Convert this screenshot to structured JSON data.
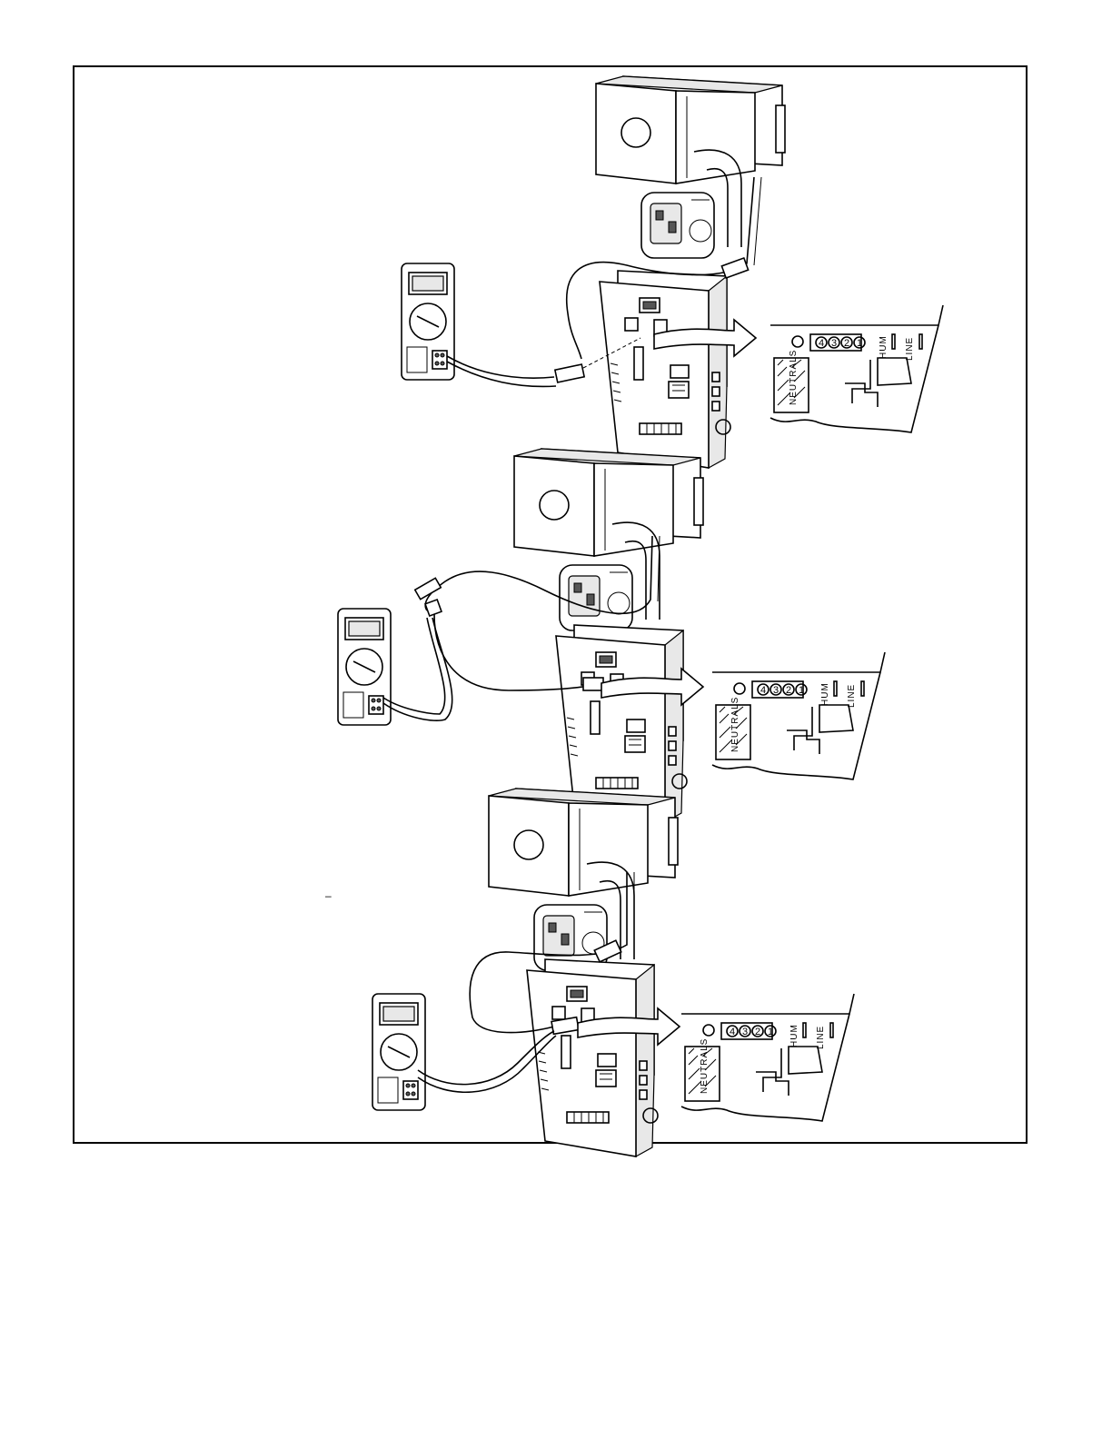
{
  "panels": [
    {
      "id": "test-1",
      "connector_labels": [
        "4",
        "3",
        "2",
        "1"
      ],
      "hum_label": "HUM",
      "line_label": "LINE",
      "neutrals_label": "NEUTRALS"
    },
    {
      "id": "test-2",
      "connector_labels": [
        "4",
        "3",
        "2",
        "1"
      ],
      "hum_label": "HUM",
      "line_label": "LINE",
      "neutrals_label": "NEUTRALS"
    },
    {
      "id": "test-3",
      "connector_labels": [
        "4",
        "3",
        "2",
        "1"
      ],
      "hum_label": "HUM",
      "line_label": "LINE",
      "neutrals_label": "NEUTRALS"
    }
  ],
  "stray_mark": "–"
}
